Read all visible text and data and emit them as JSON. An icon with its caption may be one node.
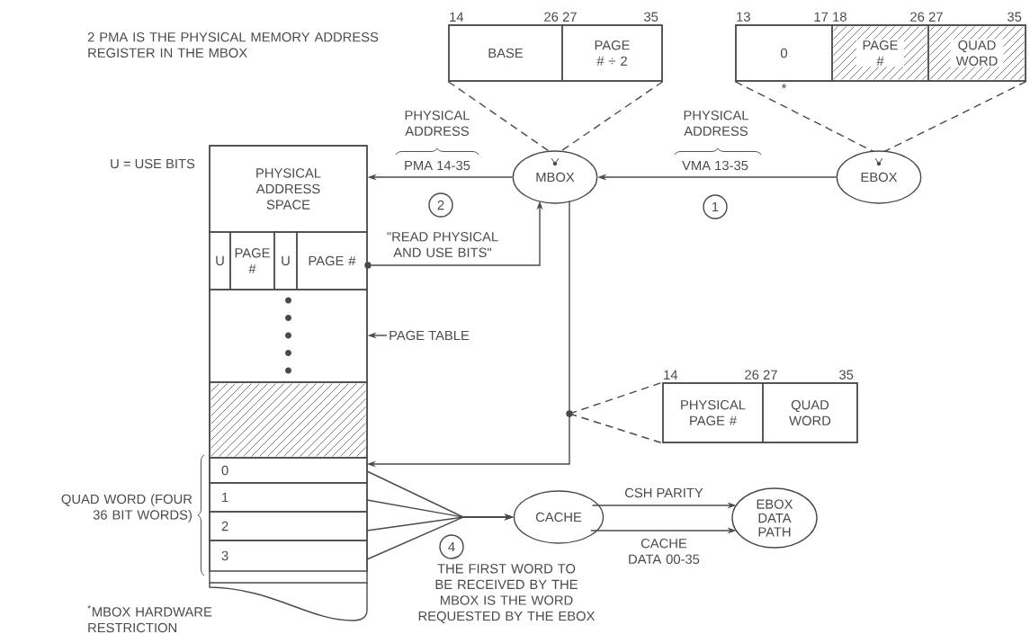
{
  "diagram": {
    "nodes": [
      {
        "text": [],
        "shape": "box"
      },
      {
        "text": [
          "BASE"
        ],
        "in": 0,
        "beside": [
          "14",
          "26"
        ]
      },
      {
        "text": [
          "PAGE # ÷ 2"
        ],
        "in": 0,
        "beside": [
          "27",
          "35"
        ]
      },
      {
        "text": [],
        "shape": "box"
      },
      {
        "text": [
          "0"
        ],
        "in": 3,
        "beside": [
          "13",
          "17",
          "*"
        ]
      },
      {
        "text": [
          "PAGE #"
        ],
        "in": 3,
        "beside": [
          "18",
          "26"
        ]
      },
      {
        "text": [
          "QUAD WORD"
        ],
        "in": 3,
        "beside": [
          "27",
          "35"
        ]
      },
      {
        "text": [
          "MBOX"
        ]
      },
      {
        "text": [
          "EBOX"
        ]
      },
      {
        "text": [],
        "shape": "box"
      },
      {
        "text": [
          "PHYSICAL ADDRESS SPACE"
        ],
        "in": 9
      },
      {
        "text": [
          "U"
        ],
        "in": 9
      },
      {
        "text": [
          "PAGE #"
        ],
        "in": 9
      },
      {
        "text": [
          "U"
        ],
        "in": 9
      },
      {
        "text": [
          "PAGE #"
        ],
        "in": 9
      },
      {
        "text": [],
        "shape": "box",
        "in": 9
      },
      {
        "text": [],
        "shape": "box",
        "in": 9
      },
      {
        "text": [
          "0"
        ],
        "in": 9
      },
      {
        "text": [
          "1"
        ],
        "in": 9
      },
      {
        "text": [
          "2"
        ],
        "in": 9
      },
      {
        "text": [
          "3"
        ],
        "in": 9
      },
      {
        "text": [
          "PAGE TABLE"
        ]
      },
      {
        "text": [],
        "shape": "box"
      },
      {
        "text": [
          "PHYSICAL PAGE #"
        ],
        "in": 22,
        "beside": [
          "14",
          "26"
        ]
      },
      {
        "text": [
          "QUAD WORD"
        ],
        "in": 22,
        "beside": [
          "27",
          "35"
        ]
      },
      {
        "text": [
          "CACHE"
        ]
      },
      {
        "text": [
          "EBOX DATA PATH"
        ]
      },
      {
        "text": [],
        "shape": "circle"
      },
      {
        "text": [],
        "shape": "circle"
      }
    ],
    "edges": [
      {
        "from": 8,
        "to": 7,
        "arrow": "to",
        "label": "VMA 13-35"
      },
      {
        "from": 7,
        "to": 10,
        "arrow": "to",
        "label": "PMA 14-35"
      },
      {
        "from": 28,
        "to": 7,
        "arrow": "to",
        "label": "\"READ PHYSICAL AND USE BITS\""
      },
      {
        "from": 7,
        "to": 17,
        "arrow": "to"
      },
      {
        "from": 21,
        "to": 15,
        "arrow": "to"
      },
      {
        "from": 17,
        "to": 25,
        "arrow": "to"
      },
      {
        "from": 18,
        "to": 25,
        "arrow": "to"
      },
      {
        "from": 19,
        "to": 25,
        "arrow": "to"
      },
      {
        "from": 20,
        "to": 25,
        "arrow": "to"
      },
      {
        "from": 25,
        "to": 26,
        "arrow": "to",
        "label": "CSH PARITY"
      },
      {
        "from": 25,
        "to": 26,
        "arrow": "to",
        "label": "CACHE DATA 00-35"
      },
      {
        "from": 0,
        "to": 7,
        "arrow": "none",
        "style": "dashed"
      },
      {
        "from": 0,
        "to": 7,
        "arrow": "none",
        "style": "dashed"
      },
      {
        "from": 3,
        "to": 8,
        "arrow": "none",
        "style": "dashed"
      },
      {
        "from": 3,
        "to": 8,
        "arrow": "none",
        "style": "dashed"
      },
      {
        "from": 27,
        "to": 22,
        "arrow": "none",
        "style": "dashed"
      },
      {
        "from": 27,
        "to": 22,
        "arrow": "none",
        "style": "dashed"
      }
    ],
    "labels": [
      "2 PMA IS THE PHYSICAL MEMORY ADDRESS REGISTER IN THE MBOX",
      "U = USE BITS",
      "PHYSICAL ADDRESS",
      "PHYSICAL ADDRESS",
      "2",
      "1",
      "QUAD WORD (FOUR 36 BIT WORDS)",
      "4",
      "THE FIRST WORD TO BE RECEIVED BY THE MBOX IS THE WORD REQUESTED BY THE EBOX",
      "$^{*}$MBOX HARDWARE RESTRICTION"
    ]
  }
}
